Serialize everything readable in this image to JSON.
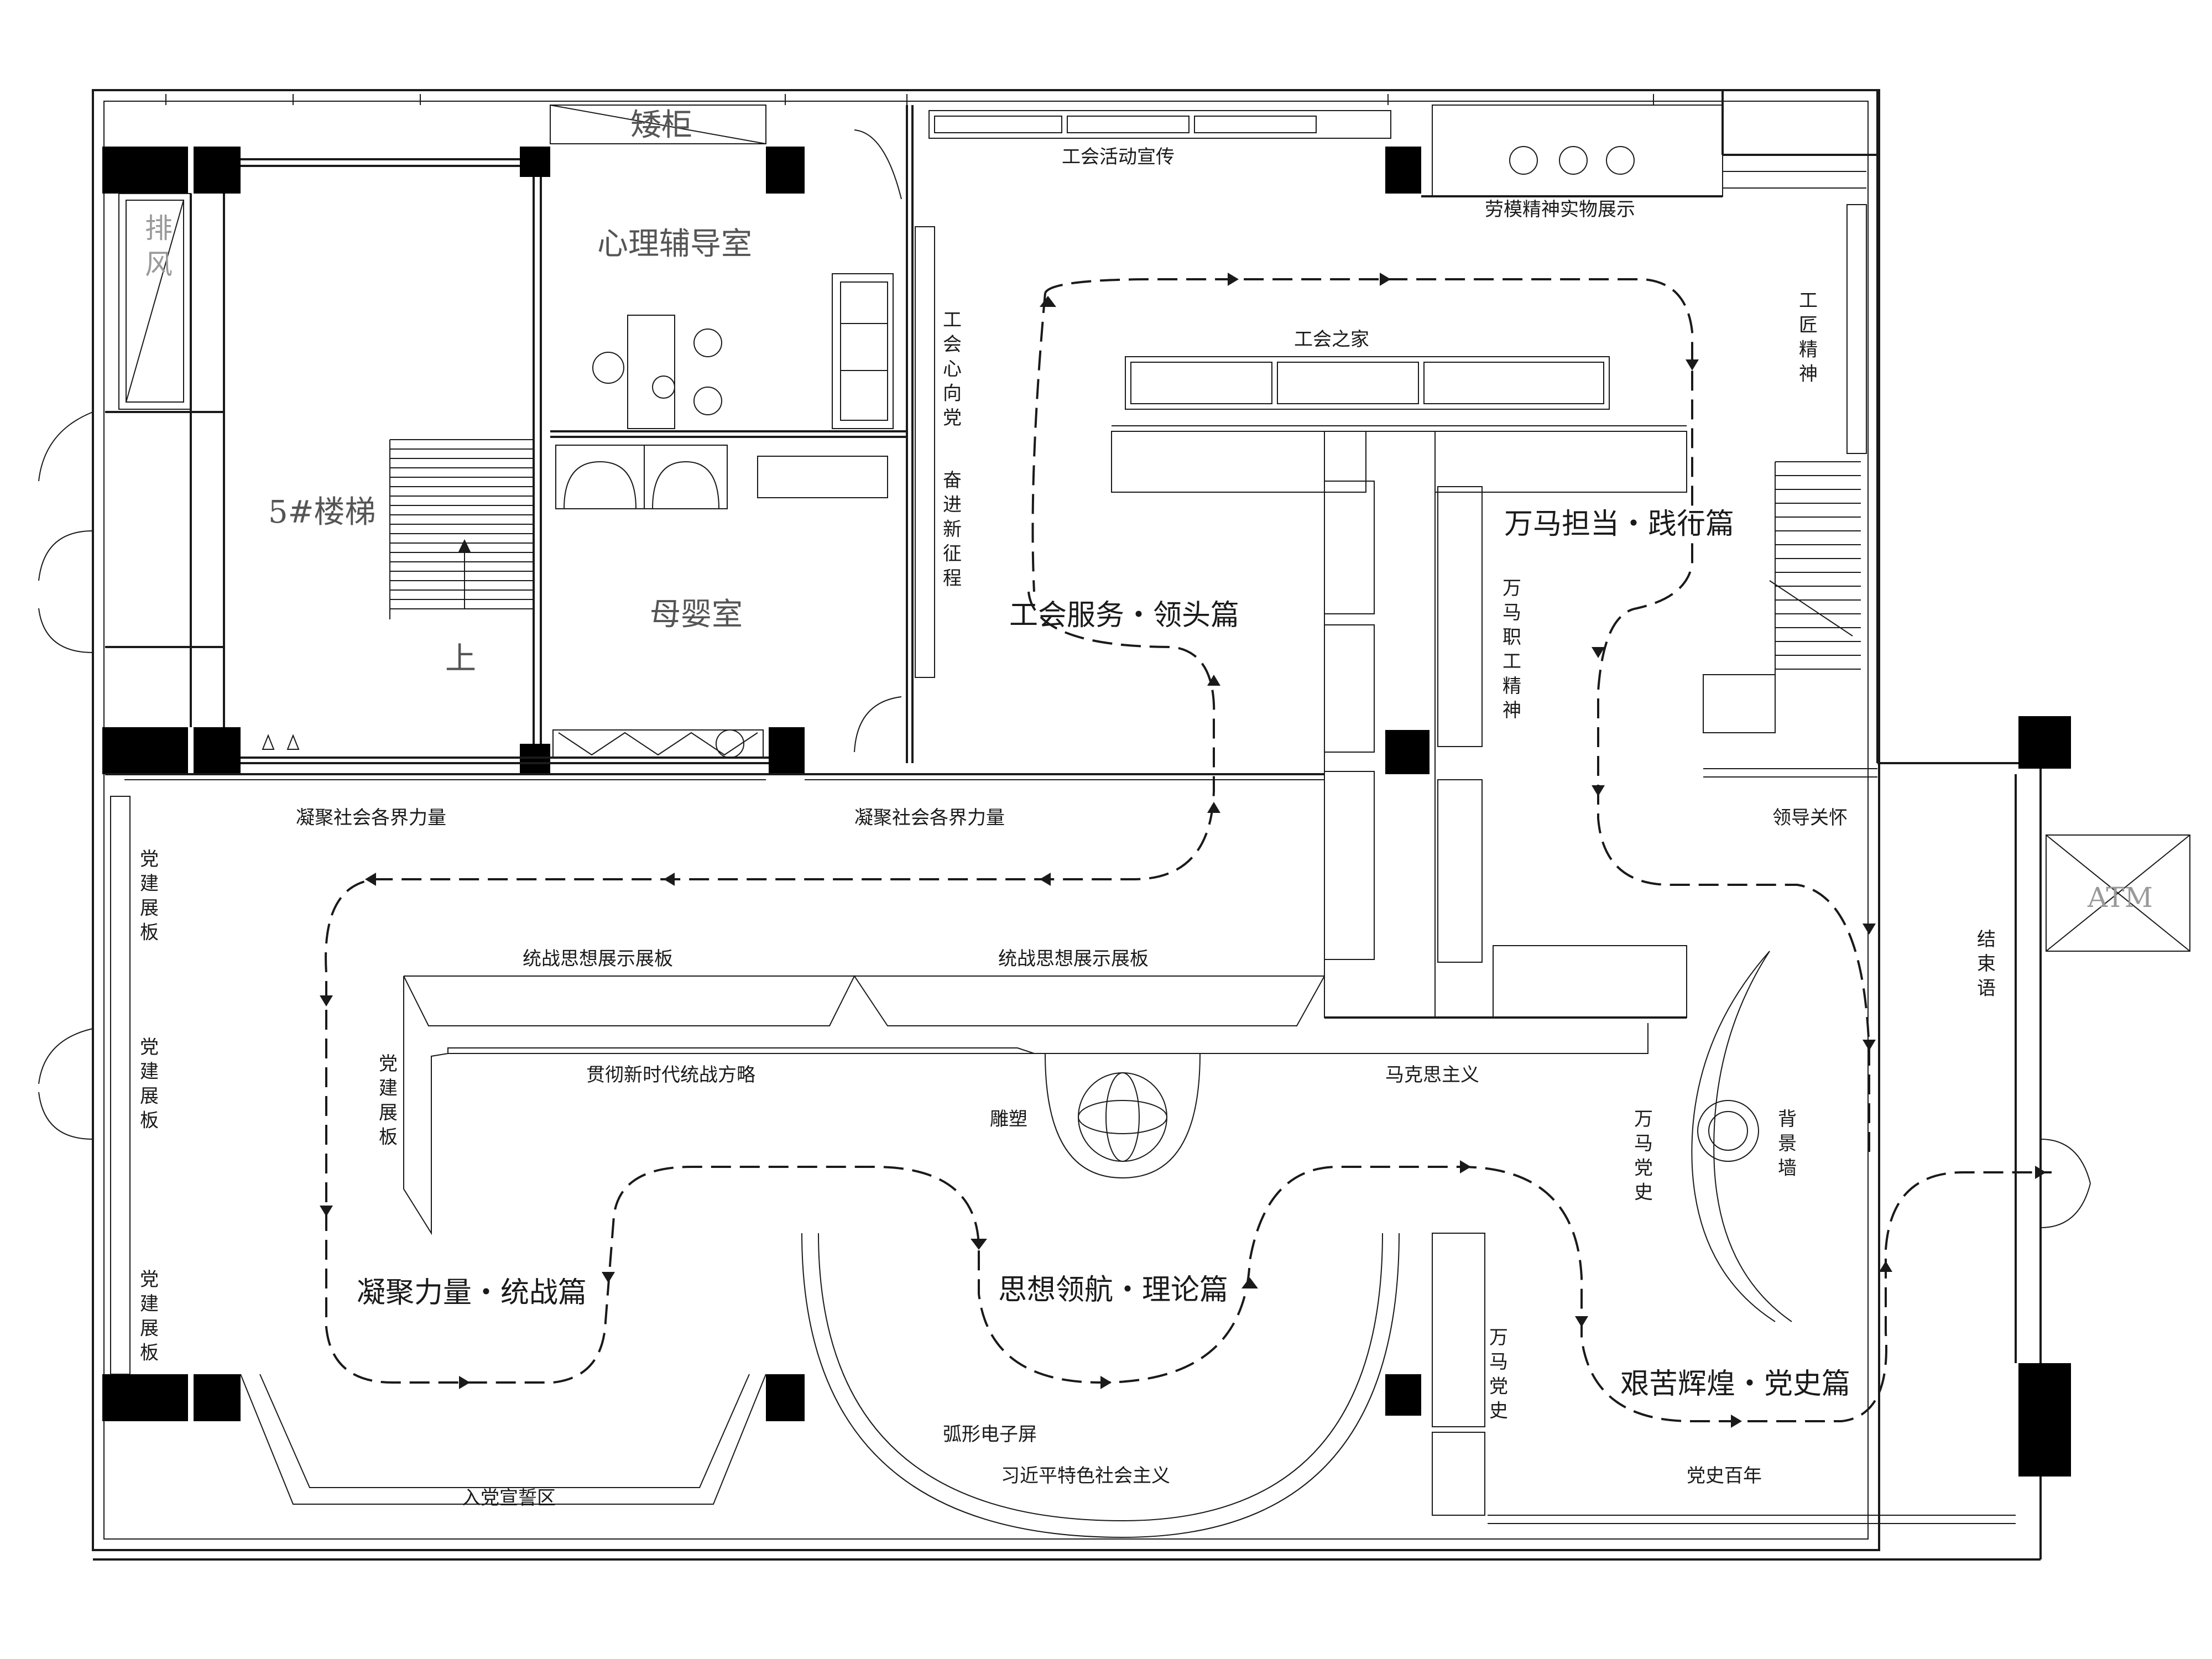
{
  "rooms": {
    "exhaust": "排\n风",
    "stair5": "5#楼梯",
    "stair_up": "上",
    "low_cabinet": "矮柜",
    "counseling": "心理辅导室",
    "nursing": "母婴室",
    "atm": "ATM"
  },
  "exhibits": {
    "union_activity": "工会活动宣传",
    "model_worker": "劳模精神实物展示",
    "union_heart": "工\n会\n心\n向\n党",
    "strive": "奋\n进\n新\n征\n程",
    "union_home": "工会之家",
    "craftsman": "工\n匠\n精\n神",
    "wanma_staff": "万\n马\n职\n工\n精\n神",
    "gather_forces_1": "凝聚社会各界力量",
    "gather_forces_2": "凝聚社会各界力量",
    "leader_care": "领导关怀",
    "party_board_1": "党\n建\n展\n板",
    "party_board_2": "党\n建\n展\n板",
    "party_board_3": "党\n建\n展\n板",
    "party_board_4": "党\n建\n展\n板",
    "united_front_1": "统战思想展示展板",
    "united_front_2": "统战思想展示展板",
    "implement_strategy": "贯彻新时代统战方略",
    "marxism": "马克思主义",
    "sculpture": "雕塑",
    "wanma_history_1": "万\n马\n党\n史",
    "background_wall": "背\n景\n墙",
    "wanma_history_2": "万\n马\n党\n史",
    "conclusion": "结\n束\n语",
    "arc_screen": "弧形电子屏",
    "xi_socialism": "习近平特色社会主义",
    "oath_area": "入党宣誓区",
    "century": "党史百年"
  },
  "sections": {
    "service": "工会服务・领头篇",
    "practice": "万马担当・践行篇",
    "united": "凝聚力量・统战篇",
    "theory": "思想领航・理论篇",
    "history": "艰苦辉煌・党史篇"
  },
  "icons": {
    "tour_arrow": "arrow-icon",
    "exhaust_vent": "vent-icon",
    "sculpture_globe": "globe-icon"
  },
  "colors": {
    "line": "#1a1a1a",
    "column": "#000000",
    "background": "#ffffff",
    "faded": "#999999"
  }
}
